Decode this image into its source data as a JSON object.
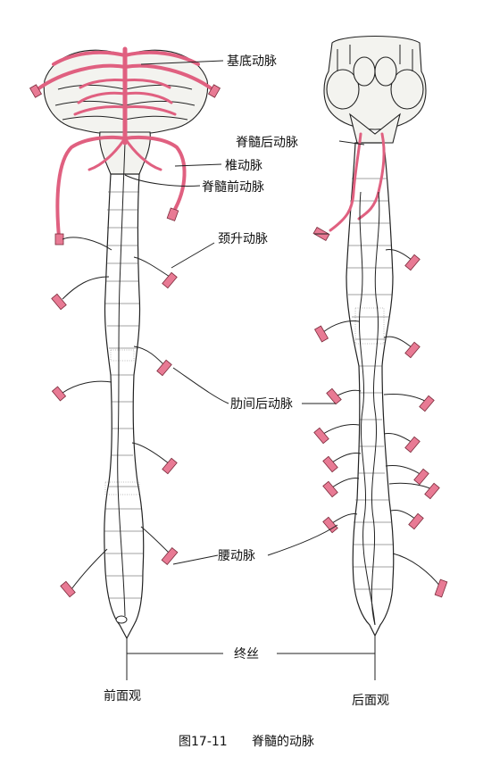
{
  "labels": {
    "basilar": "基底动脉",
    "posterior_spinal": "脊髓后动脉",
    "vertebral": "椎动脉",
    "anterior_spinal": "脊髓前动脉",
    "ascending_cervical": "颈升动脉",
    "posterior_intercostal": "肋间后动脉",
    "lumbar": "腰动脉",
    "filum": "终丝",
    "anterior_view": "前面观",
    "posterior_view": "后面观"
  },
  "caption": {
    "number": "图17-11",
    "title": "脊髓的动脉"
  },
  "colors": {
    "artery": "#e06080",
    "outline": "#222222"
  }
}
